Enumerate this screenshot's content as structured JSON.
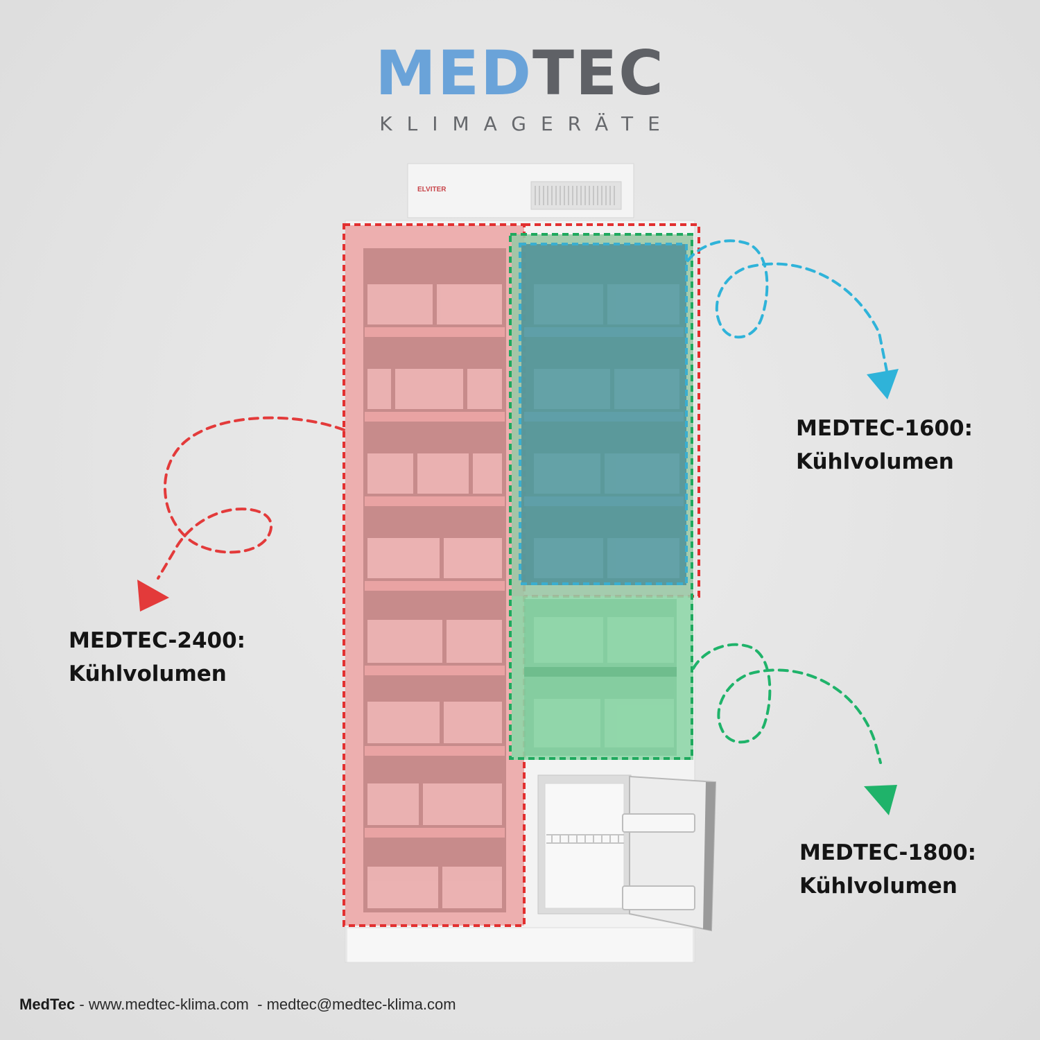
{
  "logo": {
    "main_left": "MED",
    "main_right": "TEC",
    "subtitle": "KLIMAGERÄTE"
  },
  "device_brand": "ELVITER",
  "labels": {
    "medtec_1600": {
      "model": "MEDTEC-1600:",
      "caption": "Kühlvolumen",
      "color": "#28a8cc"
    },
    "medtec_2400": {
      "model": "MEDTEC-2400:",
      "caption": "Kühlvolumen",
      "color": "#e33a3a"
    },
    "medtec_1800": {
      "model": "MEDTEC-1800:",
      "caption": "Kühlvolumen",
      "color": "#1fb36a"
    }
  },
  "footer": {
    "brand": "MedTec",
    "separator_1": " - ",
    "website": "www.medtec-klima.com",
    "separator_2": "  - ",
    "email": "medtec@medtec-klima.com"
  }
}
